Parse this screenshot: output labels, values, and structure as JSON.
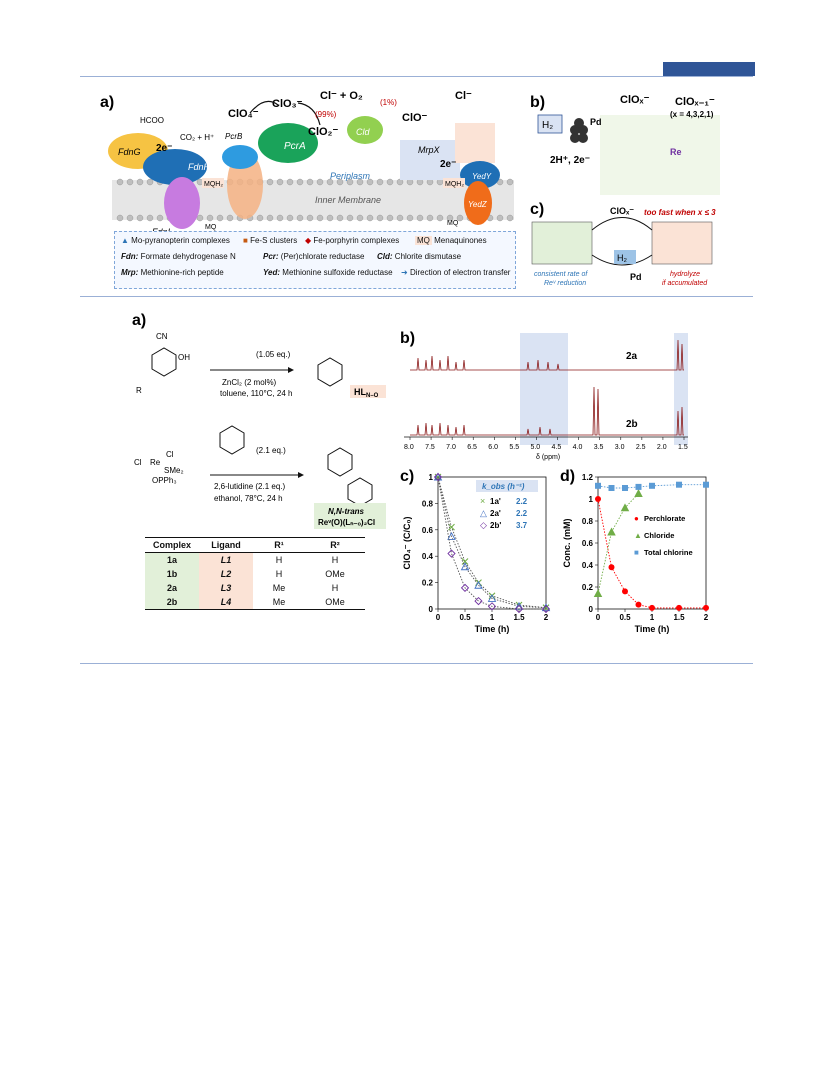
{
  "page": {
    "accent": "#2f5597",
    "rule_color": "#9bb0d6"
  },
  "fig1": {
    "a": {
      "label": "a)",
      "formate": "HCOO",
      "co2": "CO₂ + H⁺",
      "two_e": "2e⁻",
      "perchlorate": "ClO₄⁻",
      "chlorate": "ClO₃⁻",
      "chlorite": "ClO₂⁻",
      "cl_o2": "Cl⁻ + O₂",
      "hypo": "ClO⁻",
      "chloride": "Cl⁻",
      "pct99": "(99%)",
      "pct1": "(1%)",
      "periplasm": "Periplasm",
      "membrane": "Inner Membrane",
      "enzymes": {
        "fdng": "FdnG",
        "fdnh": "FdnH",
        "fdni": "FdnI",
        "pcrb": "PcrB",
        "pcra": "PcrA",
        "cld": "Cld",
        "mrpx": "MrpX",
        "yedy": "YedY",
        "yedz": "YedZ"
      },
      "mqh2": "MQH₂",
      "mq": "MQ",
      "legend": {
        "mo": "Mo-pyranopterin complexes",
        "fes": "Fe-S clusters",
        "heme": "Fe-porphyrin complexes",
        "mq_tag": "MQ",
        "mq": "Menaquinones",
        "fdn_k": "Fdn:",
        "fdn": "Formate dehydrogenase N",
        "pcr_k": "Pcr:",
        "pcr": "(Per)chlorate reductase",
        "cld_k": "Cld:",
        "cld": "Chlorite dismutase",
        "mrp_k": "Mrp:",
        "mrp": "Methionine-rich peptide",
        "yed_k": "Yed:",
        "yed": "Methionine sulfoxide reductase",
        "arrow": "Direction of electron transfer"
      }
    },
    "b": {
      "label": "b)",
      "clox": "ClOₓ⁻",
      "clox1": "ClOₓ₋₁⁻",
      "xrange": "(x = 4,3,2,1)",
      "h2": "H₂",
      "pd": "Pd",
      "e": "2H⁺, 2e⁻"
    },
    "c": {
      "label": "c)",
      "clox": "ClOₓ⁻",
      "fast": "too fast when x ≤ 3",
      "consistent1": "consistent rate of",
      "consistent2": "Reᵛ reduction",
      "h2": "H₂",
      "pd": "Pd",
      "hydro1": "hydrolyze",
      "hydro2": "if accumulated"
    }
  },
  "fig2": {
    "a": {
      "label": "a)",
      "r1": "(1.05 eq.)",
      "c1": "ZnCl₂ (2 mol%)",
      "c2": "toluene, 110°C, 24 h",
      "product1": "HL",
      "product1_sub": "N–O",
      "r2": "(2.1 eq.)",
      "c3": "2,6-lutidine (2.1 eq.)",
      "c4": "ethanol, 78°C, 24 h",
      "trans": "N,N-trans",
      "product2": "Reᵛ(O)(Lₙ₋ₒ)₂Cl",
      "table": {
        "headers": [
          "Complex",
          "Ligand",
          "R¹",
          "R²"
        ],
        "rows": [
          [
            "1a",
            "L1",
            "H",
            "H"
          ],
          [
            "1b",
            "L2",
            "H",
            "OMe"
          ],
          [
            "2a",
            "L3",
            "Me",
            "H"
          ],
          [
            "2b",
            "L4",
            "Me",
            "OMe"
          ]
        ]
      }
    },
    "b": {
      "label": "b)",
      "spec1": "2a",
      "spec2": "2b",
      "xlabel": "δ (ppm)",
      "ticks": [
        "8.0",
        "7.5",
        "7.0",
        "6.5",
        "6.0",
        "5.5",
        "5.0",
        "4.5",
        "4.0",
        "3.5",
        "3.0",
        "2.5",
        "2.0",
        "1.5"
      ]
    },
    "c": {
      "label": "c)"
    },
    "d": {
      "label": "d)"
    }
  },
  "chart_data": [
    {
      "type": "scatter",
      "title": "",
      "xlabel": "Time (h)",
      "ylabel": "ClO₄⁻ (C/C₀)",
      "xlim": [
        0,
        2
      ],
      "ylim": [
        0,
        1
      ],
      "xticks": [
        "0",
        "0.5",
        "1",
        "1.5",
        "2"
      ],
      "yticks": [
        "0",
        "0.2",
        "0.4",
        "0.6",
        "0.8",
        "1"
      ],
      "legend_title": "k_obs (h⁻¹)",
      "legend_placement": "top-right",
      "series": [
        {
          "name": "1a'",
          "k": "2.2",
          "marker": "x",
          "color": "#70ad47",
          "x": [
            0,
            0.25,
            0.5,
            0.75,
            1.0,
            1.5,
            2.0
          ],
          "y": [
            1.0,
            0.62,
            0.36,
            0.2,
            0.1,
            0.03,
            0.01
          ]
        },
        {
          "name": "2a'",
          "k": "2.2",
          "marker": "triangle",
          "color": "#4472c4",
          "x": [
            0,
            0.25,
            0.5,
            0.75,
            1.0,
            1.5,
            2.0
          ],
          "y": [
            1.0,
            0.55,
            0.32,
            0.18,
            0.08,
            0.02,
            0.01
          ]
        },
        {
          "name": "2b'",
          "k": "3.7",
          "marker": "diamond",
          "color": "#7030a0",
          "x": [
            0,
            0.25,
            0.5,
            0.75,
            1.0,
            1.5,
            2.0
          ],
          "y": [
            1.0,
            0.42,
            0.16,
            0.06,
            0.02,
            0.0,
            0.0
          ]
        }
      ]
    },
    {
      "type": "line",
      "title": "",
      "xlabel": "Time (h)",
      "ylabel": "Conc. (mM)",
      "xlim": [
        0,
        2
      ],
      "ylim": [
        0,
        1.2
      ],
      "xticks": [
        "0",
        "0.5",
        "1",
        "1.5",
        "2"
      ],
      "yticks": [
        "0",
        "0.2",
        "0.4",
        "0.6",
        "0.8",
        "1",
        "1.2"
      ],
      "legend_placement": "right",
      "series": [
        {
          "name": "Perchlorate",
          "marker": "circle",
          "color": "#ff0000",
          "x": [
            0,
            0.25,
            0.5,
            0.75,
            1.0,
            1.5,
            2.0
          ],
          "y": [
            1.0,
            0.38,
            0.16,
            0.04,
            0.01,
            0.01,
            0.01
          ]
        },
        {
          "name": "Chloride",
          "marker": "triangle",
          "color": "#70ad47",
          "x": [
            0,
            0.25,
            0.5,
            0.75
          ],
          "y": [
            0.14,
            0.7,
            0.92,
            1.05
          ]
        },
        {
          "name": "Total chlorine",
          "marker": "square",
          "color": "#5b9bd5",
          "x": [
            0,
            0.25,
            0.5,
            0.75,
            1.0,
            1.5,
            2.0
          ],
          "y": [
            1.12,
            1.1,
            1.1,
            1.11,
            1.12,
            1.13,
            1.13
          ]
        }
      ]
    }
  ]
}
